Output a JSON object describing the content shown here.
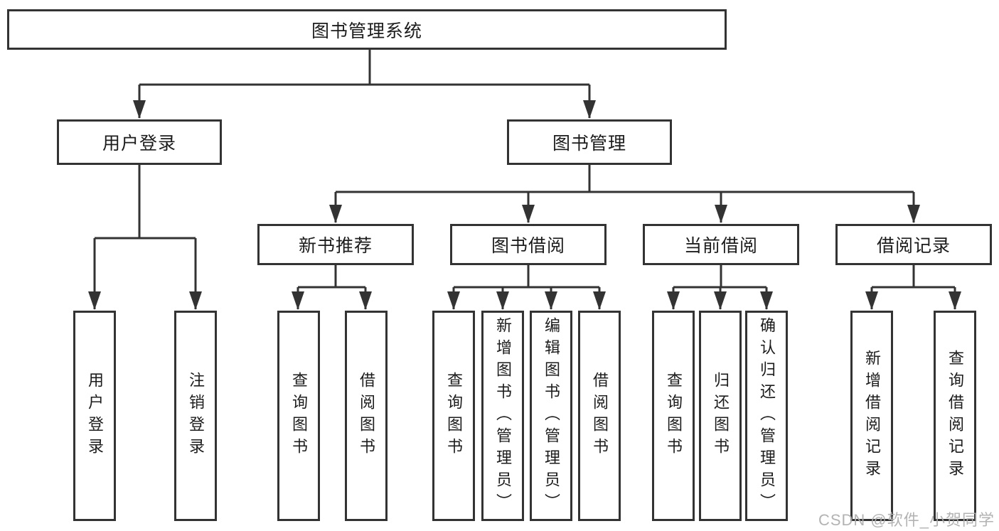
{
  "diagram": {
    "root": {
      "label": "图书管理系统"
    },
    "branches": [
      {
        "label": "用户登录",
        "children": [
          {
            "label": "用户登录"
          },
          {
            "label": "注销登录"
          }
        ]
      },
      {
        "label": "图书管理",
        "children": [
          {
            "label": "新书推荐",
            "children": [
              {
                "label": "查询图书"
              },
              {
                "label": "借阅图书"
              }
            ]
          },
          {
            "label": "图书借阅",
            "children": [
              {
                "label": "查询图书"
              },
              {
                "label": "新增图书（管理员）"
              },
              {
                "label": "编辑图书（管理员）"
              },
              {
                "label": "借阅图书"
              }
            ]
          },
          {
            "label": "当前借阅",
            "children": [
              {
                "label": "查询图书"
              },
              {
                "label": "归还图书"
              },
              {
                "label": "确认归还（管理员）"
              }
            ]
          },
          {
            "label": "借阅记录",
            "children": [
              {
                "label": "新增借阅记录"
              },
              {
                "label": "查询借阅记录"
              }
            ]
          }
        ]
      }
    ]
  },
  "colors": {
    "line": "#333333",
    "text": "#1c1c1c",
    "watermark": "#acacac",
    "background": "#ffffff"
  },
  "watermark": {
    "text": "CSDN @软件_小贺同学"
  }
}
